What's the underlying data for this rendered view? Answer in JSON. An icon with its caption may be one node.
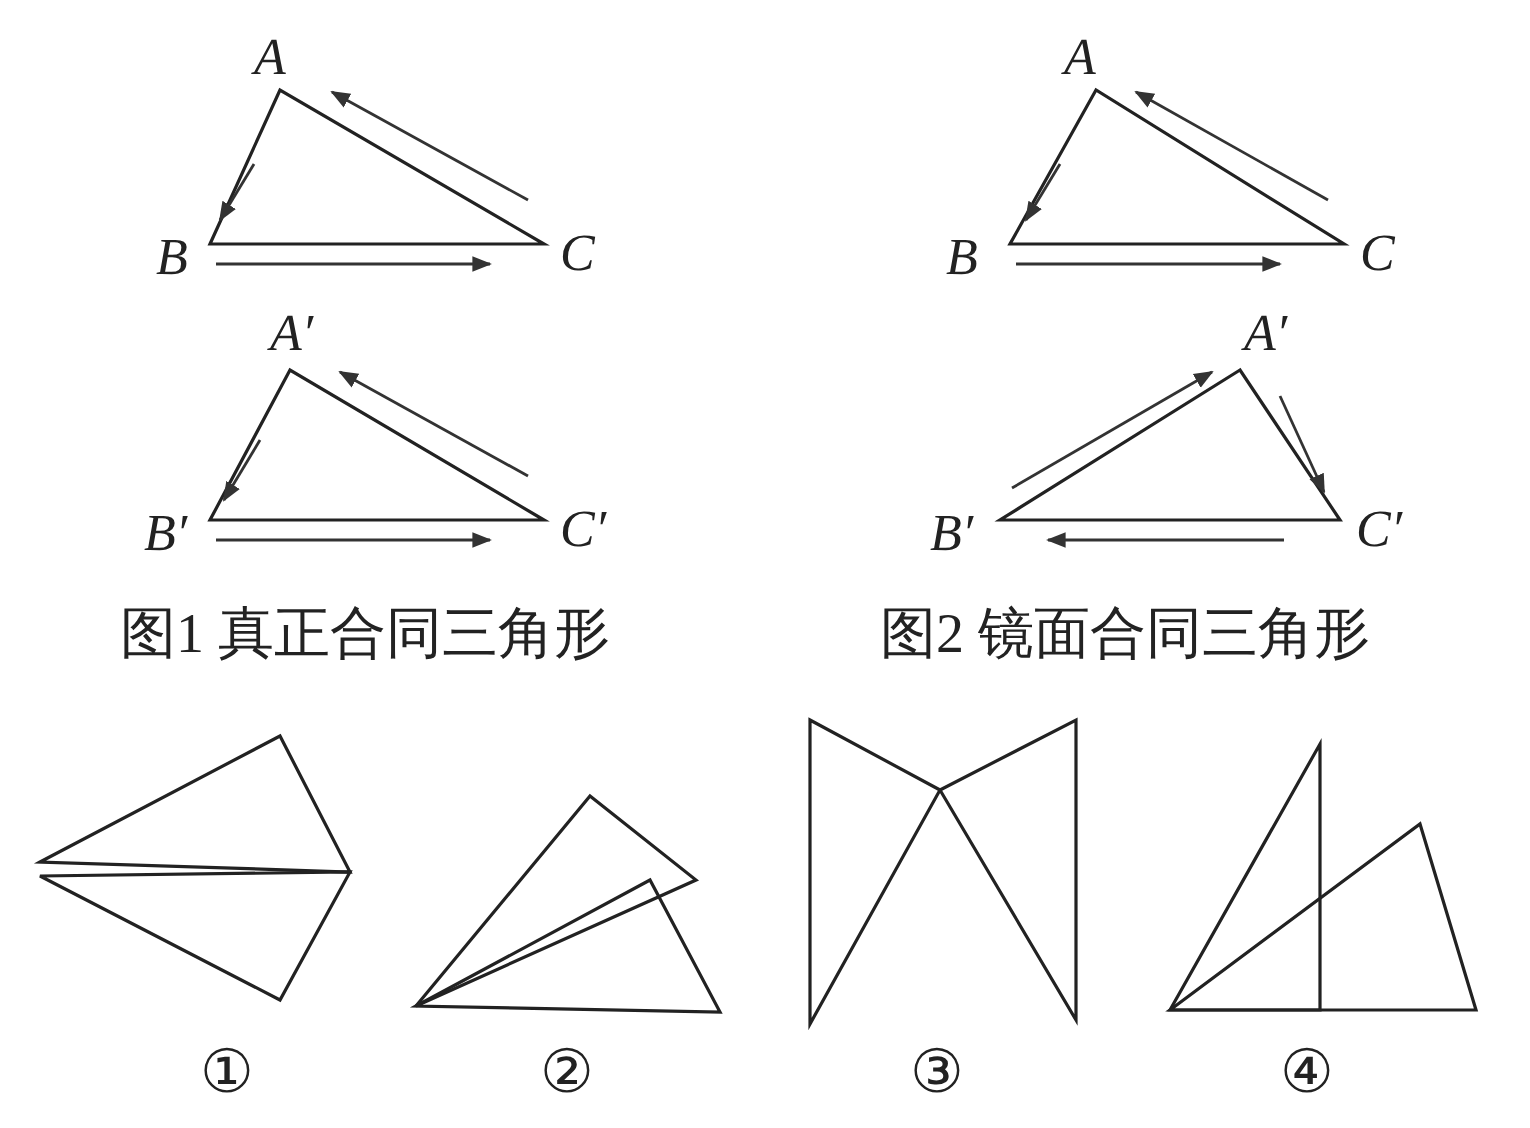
{
  "diagram": {
    "labels": [
      "A",
      "A",
      "B",
      "C",
      "B",
      "C",
      "A′",
      "A′",
      "B′",
      "C′",
      "B′",
      "C′",
      "图1 真正合同三角形",
      "图2 镜面合同三角形",
      "①",
      "②",
      "③",
      "④"
    ]
  }
}
